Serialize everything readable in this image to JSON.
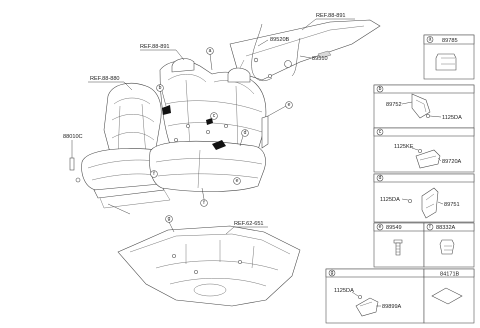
{
  "refs": {
    "rear_tray": "REF.88-891",
    "rear_seat": "REF.88-891",
    "front_seat": "REF.88-880",
    "floor": "REF.62-651"
  },
  "callouts": {
    "a": "a",
    "b": "b",
    "c": "c",
    "d": "d",
    "e": "e",
    "f": "f",
    "g": "g"
  },
  "parts": {
    "p89520B": "89520B",
    "p89510": "89510",
    "p88010C": "88010C"
  },
  "panels": {
    "a": {
      "letter": "a",
      "code": "89785"
    },
    "b": {
      "letter": "b",
      "code1": "89752",
      "code2": "1125DA"
    },
    "c": {
      "letter": "c",
      "code1": "1125KE",
      "code2": "89720A"
    },
    "d": {
      "letter": "d",
      "code1": "1125DA",
      "code2": "89751"
    },
    "e": {
      "letter": "e",
      "code": "89549"
    },
    "f": {
      "letter": "f",
      "code": "88332A"
    },
    "g": {
      "letter": "g",
      "code1": "1125DA",
      "code2": "89899A"
    },
    "h": {
      "code": "84171B"
    }
  }
}
